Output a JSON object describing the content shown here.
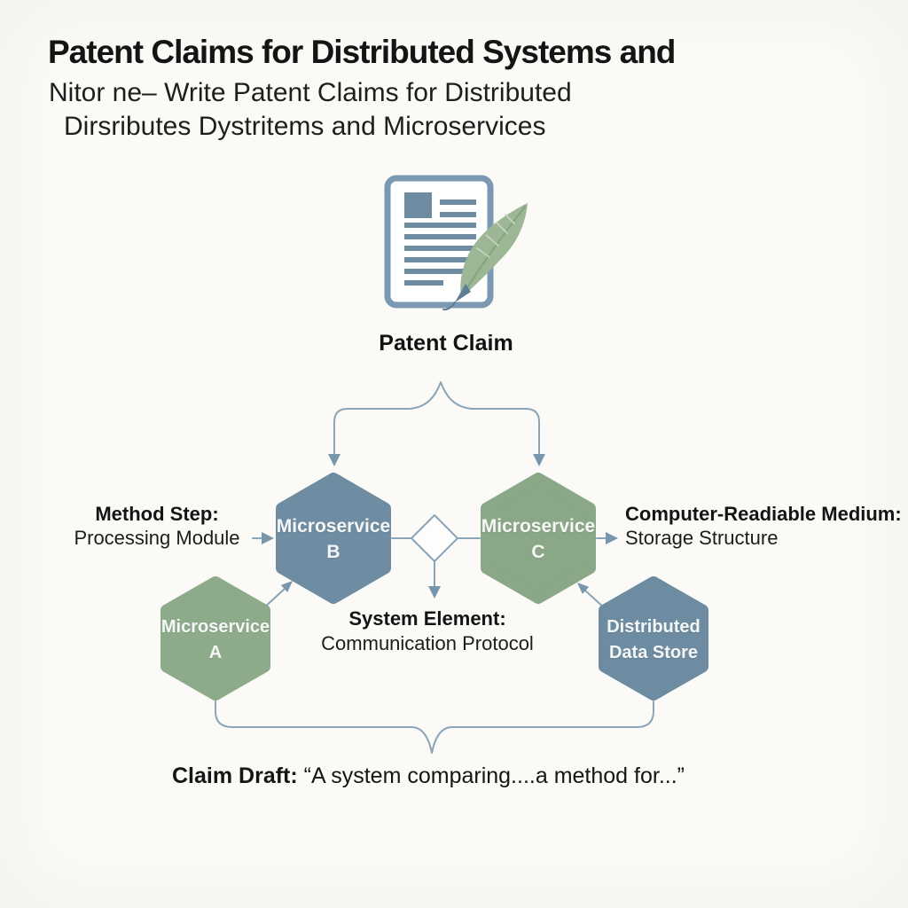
{
  "title": {
    "line1": "Patent Claims for Distributed Systems and",
    "line2": "Nitor ne– Write Patent Claims for Distributed",
    "line3": "Dirsributes Dystritems and Microservices"
  },
  "patent_claim": {
    "label": "Patent Claim"
  },
  "nodes": {
    "microservice_b": {
      "line1": "Microservice",
      "line2": "B",
      "color": "#6e8da2"
    },
    "microservice_c": {
      "line1": "Microservice",
      "line2": "C",
      "color": "#8aa787"
    },
    "microservice_a": {
      "line1": "Microservice",
      "line2": "A",
      "color": "#8dab8b"
    },
    "data_store": {
      "line1": "Distributed",
      "line2": "Data Store",
      "color": "#6d8ca1"
    }
  },
  "annotations": {
    "method_step": {
      "title": "Method Step:",
      "subtitle": "Processing Module"
    },
    "computer_readable_medium": {
      "title": "Computer-Readiable Medium:",
      "subtitle": "Storage Structure"
    },
    "system_element": {
      "title": "System Element:",
      "subtitle": "Communication Protocol"
    },
    "claim_draft": {
      "title": "Claim Draft:",
      "quote": "“A system comparing....a method for...”"
    }
  },
  "icons": {
    "patent_document": "document-with-quill-icon"
  },
  "palette": {
    "background": "#fbfaf7",
    "connector_line": "#8aa4b8",
    "arrowhead": "#7795ab",
    "hexagon_blue": "#6e8da2",
    "hexagon_green": "#8aa787",
    "document_border": "#7b99b3",
    "document_accent": "#6d8ca1",
    "quill_green": "#9db695",
    "text": "#1b1b1b"
  }
}
